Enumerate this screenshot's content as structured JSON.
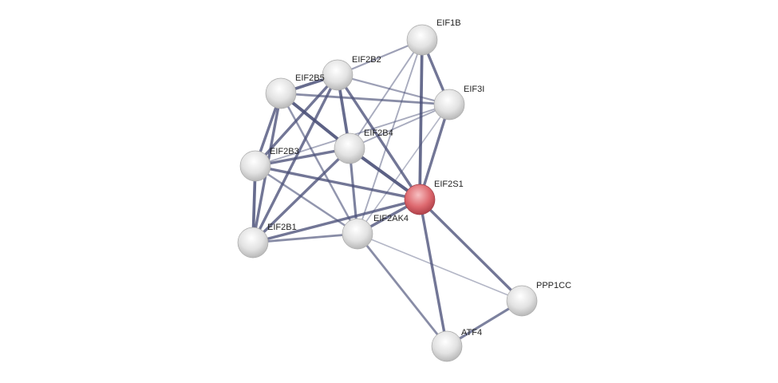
{
  "network": {
    "query_node": "EIF2S1",
    "colors": {
      "edge": "#4a5078",
      "node": "#e6e6e6",
      "query": "#d9646a"
    },
    "nodes": [
      "EIF1B",
      "EIF2B2",
      "EIF2B5",
      "EIF3I",
      "EIF2B4",
      "EIF2B3",
      "EIF2S1",
      "EIF2AK4",
      "EIF2B1",
      "PPP1CC",
      "ATF4"
    ],
    "edges": [
      {
        "a": "EIF1B",
        "b": "EIF2B2",
        "w": 0.4
      },
      {
        "a": "EIF1B",
        "b": "EIF3I",
        "w": 0.8
      },
      {
        "a": "EIF1B",
        "b": "EIF2S1",
        "w": 0.9
      },
      {
        "a": "EIF1B",
        "b": "EIF2B4",
        "w": 0.3
      },
      {
        "a": "EIF1B",
        "b": "EIF2AK4",
        "w": 0.3
      },
      {
        "a": "EIF2B2",
        "b": "EIF3I",
        "w": 0.4
      },
      {
        "a": "EIF2B2",
        "b": "EIF2B5",
        "w": 0.9
      },
      {
        "a": "EIF2B2",
        "b": "EIF2B4",
        "w": 0.9
      },
      {
        "a": "EIF2B2",
        "b": "EIF2S1",
        "w": 0.8
      },
      {
        "a": "EIF2B2",
        "b": "EIF2B3",
        "w": 0.8
      },
      {
        "a": "EIF2B2",
        "b": "EIF2B1",
        "w": 0.8
      },
      {
        "a": "EIF2B5",
        "b": "EIF3I",
        "w": 0.6
      },
      {
        "a": "EIF2B5",
        "b": "EIF2B4",
        "w": 1.0
      },
      {
        "a": "EIF2B5",
        "b": "EIF2B3",
        "w": 0.8
      },
      {
        "a": "EIF2B5",
        "b": "EIF2B1",
        "w": 0.8
      },
      {
        "a": "EIF2B5",
        "b": "EIF2AK4",
        "w": 0.5
      },
      {
        "a": "EIF3I",
        "b": "EIF2S1",
        "w": 0.8
      },
      {
        "a": "EIF3I",
        "b": "EIF2B4",
        "w": 0.3
      },
      {
        "a": "EIF3I",
        "b": "EIF2B3",
        "w": 0.3
      },
      {
        "a": "EIF3I",
        "b": "EIF2AK4",
        "w": 0.2
      },
      {
        "a": "EIF2B4",
        "b": "EIF2S1",
        "w": 1.0
      },
      {
        "a": "EIF2B4",
        "b": "EIF2B3",
        "w": 0.8
      },
      {
        "a": "EIF2B4",
        "b": "EIF2B1",
        "w": 0.8
      },
      {
        "a": "EIF2B4",
        "b": "EIF2AK4",
        "w": 0.7
      },
      {
        "a": "EIF2B3",
        "b": "EIF2S1",
        "w": 0.8
      },
      {
        "a": "EIF2B3",
        "b": "EIF2B1",
        "w": 0.9
      },
      {
        "a": "EIF2B3",
        "b": "EIF2AK4",
        "w": 0.5
      },
      {
        "a": "EIF2B1",
        "b": "EIF2S1",
        "w": 0.8
      },
      {
        "a": "EIF2B1",
        "b": "EIF2AK4",
        "w": 0.6
      },
      {
        "a": "EIF2S1",
        "b": "EIF2AK4",
        "w": 0.8
      },
      {
        "a": "EIF2S1",
        "b": "ATF4",
        "w": 0.8
      },
      {
        "a": "EIF2S1",
        "b": "PPP1CC",
        "w": 0.8
      },
      {
        "a": "EIF2AK4",
        "b": "ATF4",
        "w": 0.6
      },
      {
        "a": "EIF2AK4",
        "b": "PPP1CC",
        "w": 0.2
      },
      {
        "a": "ATF4",
        "b": "PPP1CC",
        "w": 0.7
      }
    ]
  }
}
